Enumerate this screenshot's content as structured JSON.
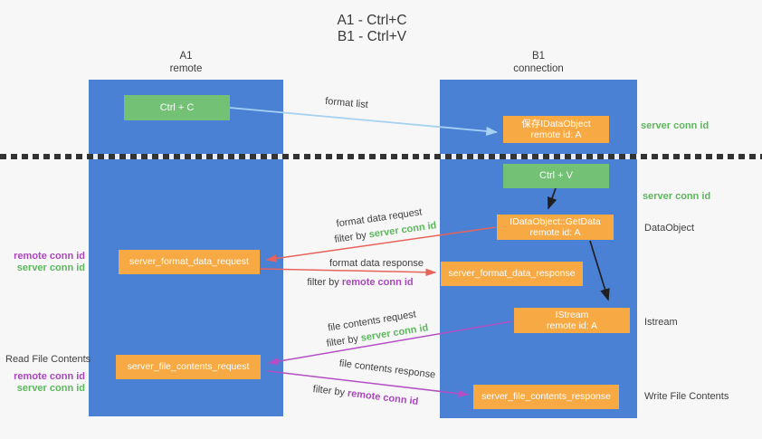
{
  "colors": {
    "bg": "#f7f7f7",
    "blue": "#4a81d4",
    "green": "#72c175",
    "orange": "#f7a944",
    "red": "#e8635a",
    "purple": "#b44fc6",
    "lightblue": "#a5d2f3",
    "green-text": "#5cb85c",
    "purple-text": "#ab47bc",
    "gray-text": "#3f3f3f",
    "black": "#1f1f1f"
  },
  "title": {
    "line1": "A1 - Ctrl+C",
    "line2": "B1 - Ctrl+V"
  },
  "columns": {
    "a": {
      "name": "A1",
      "subtitle": "remote"
    },
    "b": {
      "name": "B1",
      "subtitle": "connection"
    }
  },
  "nodes": {
    "ctrl_c": {
      "label": "Ctrl + C"
    },
    "save_dataobject": {
      "line1": "保存IDataObject",
      "line2": "remote id: A"
    },
    "ctrl_v": {
      "label": "Ctrl + V"
    },
    "getdata": {
      "line1": "IDataObject::GetData",
      "line2": "remote id: A"
    },
    "format_request": {
      "label": "server_format_data_request"
    },
    "format_response": {
      "label": "server_format_data_response"
    },
    "istream": {
      "line1": "IStream",
      "line2": "remote id: A"
    },
    "file_request": {
      "label": "server_file_contents_request"
    },
    "file_response": {
      "label": "server_file_contents_response"
    }
  },
  "flow_labels": {
    "format_list": "format list",
    "format_data_request": "format data request",
    "format_data_response": "format data response",
    "file_contents_request": "file contents request",
    "file_contents_response": "file contents response",
    "filter_by": "filter by",
    "server_conn_id": "server conn id",
    "remote_conn_id": "remote conn id"
  },
  "side_labels": {
    "server_conn_id_top": "server conn id",
    "server_conn_id_mid": "server conn id",
    "data_object": "DataObject",
    "istream": "Istream",
    "write_file_contents": "Write File Contents",
    "read_file_contents": "Read File Contents",
    "left_meta_top": {
      "remote": "remote conn id",
      "server": "server conn id"
    },
    "left_meta_bottom": {
      "remote": "remote conn id",
      "server": "server conn id"
    }
  }
}
